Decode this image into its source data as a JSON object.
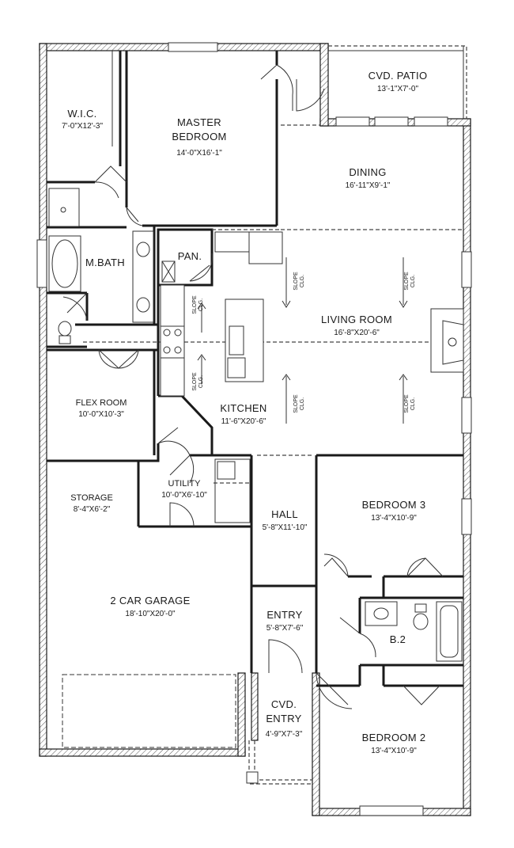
{
  "rooms": [
    {
      "key": "wic",
      "name": [
        "W.I.C."
      ],
      "dim": "7'-0\"X12'-3\""
    },
    {
      "key": "master",
      "name": [
        "MASTER",
        "BEDROOM"
      ],
      "dim": "14'-0\"X16'-1\""
    },
    {
      "key": "patio",
      "name": [
        "CVD. PATIO"
      ],
      "dim": "13'-1\"X7'-0\""
    },
    {
      "key": "dining",
      "name": [
        "DINING"
      ],
      "dim": "16'-11\"X9'-1\""
    },
    {
      "key": "mbath",
      "name": [
        "M.BATH"
      ],
      "dim": ""
    },
    {
      "key": "pan",
      "name": [
        "PAN."
      ],
      "dim": ""
    },
    {
      "key": "living",
      "name": [
        "LIVING ROOM"
      ],
      "dim": "16'-8\"X20'-6\""
    },
    {
      "key": "flex",
      "name": [
        "FLEX ROOM"
      ],
      "dim": "10'-0\"X10'-3\""
    },
    {
      "key": "kitchen",
      "name": [
        "KITCHEN"
      ],
      "dim": "11'-6\"X20'-6\""
    },
    {
      "key": "storage",
      "name": [
        "STORAGE"
      ],
      "dim": "8'-4\"X6'-2\""
    },
    {
      "key": "utility",
      "name": [
        "UTILITY"
      ],
      "dim": "10'-0\"X6'-10\""
    },
    {
      "key": "hall",
      "name": [
        "HALL"
      ],
      "dim": "5'-8\"X11'-10\""
    },
    {
      "key": "bed3",
      "name": [
        "BEDROOM 3"
      ],
      "dim": "13'-4\"X10'-9\""
    },
    {
      "key": "garage",
      "name": [
        "2 CAR GARAGE"
      ],
      "dim": "18'-10\"X20'-0\""
    },
    {
      "key": "entry",
      "name": [
        "ENTRY"
      ],
      "dim": "5'-8\"X7'-6\""
    },
    {
      "key": "b2",
      "name": [
        "B.2"
      ],
      "dim": ""
    },
    {
      "key": "cvdentry",
      "name": [
        "CVD.",
        "ENTRY"
      ],
      "dim": "4'-9\"X7'-3\""
    },
    {
      "key": "bed2",
      "name": [
        "BEDROOM 2"
      ],
      "dim": "13'-4\"X10'-9\""
    }
  ],
  "ceiling_notes": [
    {
      "key": "s1",
      "lines": [
        "SLOPE",
        "CLG."
      ]
    },
    {
      "key": "s2",
      "lines": [
        "SLOPE",
        "CLG."
      ]
    },
    {
      "key": "s3",
      "lines": [
        "SLOPE",
        "CLG."
      ]
    },
    {
      "key": "s4",
      "lines": [
        "SLOPE",
        "CLG."
      ]
    },
    {
      "key": "s5",
      "lines": [
        "SLOPE",
        "CLG."
      ]
    },
    {
      "key": "s6",
      "lines": [
        "SLOPE",
        "CLG."
      ]
    }
  ]
}
